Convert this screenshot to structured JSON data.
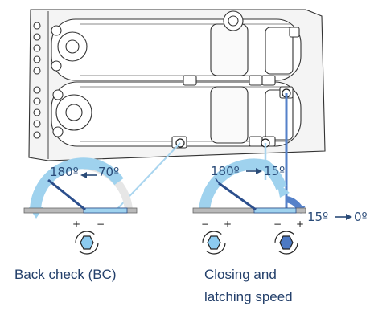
{
  "back_check": {
    "angle_from": "180º",
    "angle_to": "70º",
    "minus": "−",
    "plus": "+",
    "caption": "Back check (BC)"
  },
  "closing": {
    "angle_from": "180º",
    "angle_to": "15º",
    "minus": "−",
    "plus": "+",
    "caption_line1": "Closing and",
    "caption_line2": "latching speed"
  },
  "latching": {
    "angle_from": "15º",
    "angle_to": "0º",
    "minus": "−",
    "plus": "+"
  },
  "colors": {
    "arc_light": "#9fd2ee",
    "arc_faint": "#e6e6e6",
    "valve_light": "#8ccbf0",
    "valve_dark": "#4c79c4",
    "line_light": "#a9d5ef",
    "line_dark": "#5581c9",
    "text": "#2a4b78"
  }
}
